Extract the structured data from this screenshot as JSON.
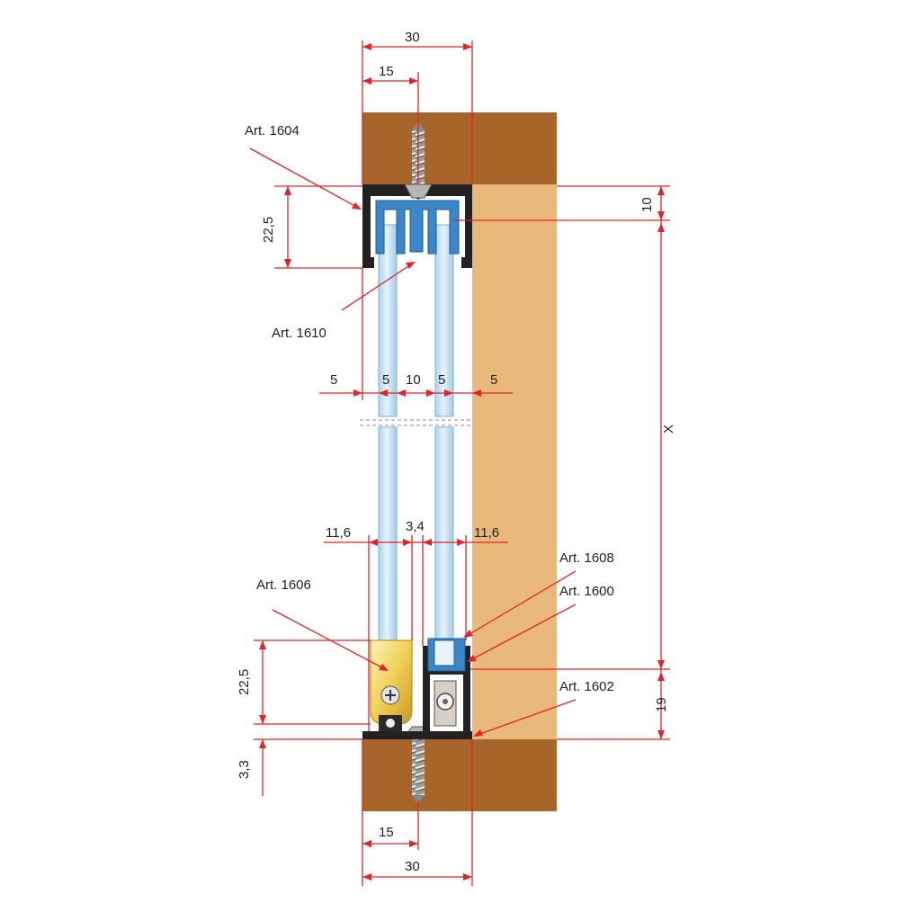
{
  "colors": {
    "wood_dark": "#a8652a",
    "wood_light": "#e8b97a",
    "profile": "#222222",
    "glass": "#cfe6f5",
    "dimension_line": "#e0242a",
    "track_blue": "#3a86c8",
    "guide_yellow": "#e8c54a"
  },
  "labels": {
    "art_1604": "Art. 1604",
    "art_1610": "Art. 1610",
    "art_1606": "Art. 1606",
    "art_1608": "Art. 1608",
    "art_1600": "Art. 1600",
    "art_1602": "Art. 1602"
  },
  "dimensions": {
    "top_width": "30",
    "top_half": "15",
    "top_profile_height": "22,5",
    "top_offset": "10",
    "gap_left": "5",
    "glass_1": "5",
    "glass_gap": "10",
    "glass_2": "5",
    "gap_right": "5",
    "bottom_side_left": "11,6",
    "bottom_middle": "3,4",
    "bottom_side_right": "11,6",
    "bottom_profile_height": "22,5",
    "bottom_offset": "3,3",
    "bottom_height": "19",
    "opening_height": "X",
    "bottom_half": "15",
    "bottom_width": "30"
  },
  "icons": {
    "screw": "screw-icon",
    "roller": "roller-icon",
    "arrow": "dimension-arrow-icon"
  }
}
